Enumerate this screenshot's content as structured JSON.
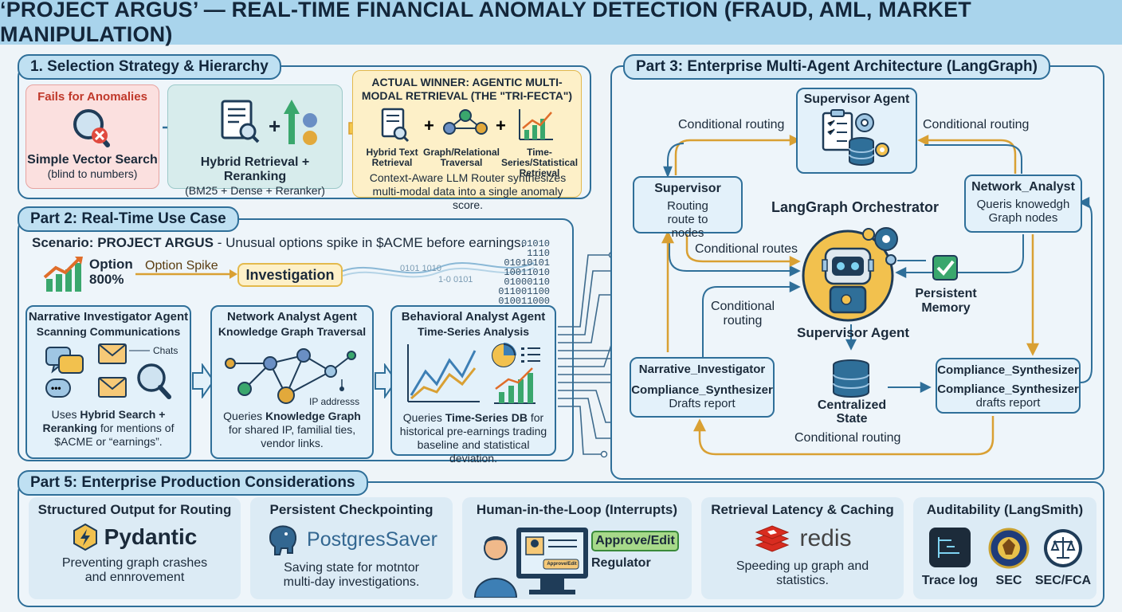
{
  "title": "‘PROJECT ARGUS’ — REAL-TIME FINANCIAL ANOMALY DETECTION (FRAUD, AML, MARKET MANIPULATION)",
  "part1": {
    "tab": "1. Selection Strategy & Hierarchy",
    "fail_label": "Fails for Anomalies",
    "simple_title": "Simple Vector Search",
    "simple_sub": "(blind to numbers)",
    "hybrid_title": "Hybrid Retrieval + Reranking",
    "hybrid_sub": "(BM25 + Dense + Reranker)",
    "winner_title": "ACTUAL WINNER: AGENTIC MULTI-MODAL RETRIEVAL (THE \"TRI-FECTA\")",
    "tri_labels": [
      "Hybrid Text Retrieval",
      "Graph/Relational Traversal",
      "Time-Series/Statistical Retrieval"
    ],
    "winner_desc": "Context-Aware LLM Router synthesizes multi-modal data into a single anomaly score."
  },
  "part2": {
    "tab": "Part 2: Real-Time Use Case",
    "scenario_label": "Scenario: PROJECT ARGUS",
    "scenario_text": " - Unusual options spike in $ACME before earnings.",
    "option_label": "Option 800%",
    "option_spike": "Option Spike",
    "investigation": "Investigation",
    "binary": [
      "01010",
      "1110",
      "01010101",
      "10011010",
      "01000110",
      "011001100",
      "010011000"
    ],
    "agents": [
      {
        "title": "Narrative Investigator Agent",
        "subtitle": "Scanning Communications",
        "extra": "Chats",
        "desc_pre": "Uses ",
        "desc_bold": "Hybrid Search + Reranking",
        "desc_post": " for mentions of $ACME or “earnings”."
      },
      {
        "title": "Network Analyst Agent",
        "subtitle": "Knowledge Graph Traversal",
        "extra": "IP addresss",
        "desc_pre": "Queries ",
        "desc_bold": "Knowledge Graph",
        "desc_post": " for shared IP, familial ties, vendor links."
      },
      {
        "title": "Behavioral Analyst Agent",
        "subtitle": "Time-Series Analysis",
        "extra": "",
        "desc_pre": "Queries ",
        "desc_bold": "Time-Series DB",
        "desc_post": " for historical pre-earnings trading baseline and statistical deviation."
      }
    ]
  },
  "part3": {
    "tab": "Part 3: Enterprise Multi-Agent Architecture (LangGraph)",
    "supervisor_top": "Supervisor Agent",
    "cond_left": "Conditional routing",
    "cond_right": "Conditional routing",
    "supervisor_box_title": "Supervisor",
    "supervisor_box_text": "Routing route to nodes",
    "network_title": "Network_Analyst",
    "network_text": "Queris knowedgh Graph nodes",
    "orchestrator": "LangGraph Orchestrator",
    "cond_routes": "Conditional routes",
    "cond_mid": "Conditional routing",
    "persistent": "Persistent Memory",
    "supervisor_center": "Supervisor Agent",
    "narrative_title": "Narrative_Investigator",
    "narrative_sub": "Compliance_Synthesizer",
    "narrative_text": "Drafts report",
    "central": "Centralized State",
    "compliance_title": "Compliance_Synthesizer",
    "compliance_sub": "Compliance_Synthesizer",
    "compliance_text": "drafts report",
    "cond_bottom": "Conditional routing"
  },
  "part5": {
    "tab": "Part 5: Enterprise Production Considerations",
    "cards": [
      {
        "title": "Structured Output for Routing",
        "logo": "Pydantic",
        "desc": "Preventing graph crashes and ennrovement"
      },
      {
        "title": "Persistent Checkpointing",
        "logo": "PostgresSaver",
        "desc": "Saving state for motntor multi-day investigations."
      },
      {
        "title": "Human-in-the-Loop (Interrupts)",
        "approve": "Approve/Edit",
        "screen_btn": "Approve/Edit",
        "regulator": "Regulator"
      },
      {
        "title": "Retrieval Latency & Caching",
        "logo": "redis",
        "desc": "Speeding up graph and statistics."
      },
      {
        "title": "Auditability (LangSmith)",
        "icons": [
          "Trace log",
          "SEC",
          "SEC/FCA"
        ]
      }
    ]
  },
  "colors": {
    "banner": "#a9d4ec",
    "border": "#2f6f99",
    "orange": "#d9a033",
    "fail": "#c0392b"
  }
}
